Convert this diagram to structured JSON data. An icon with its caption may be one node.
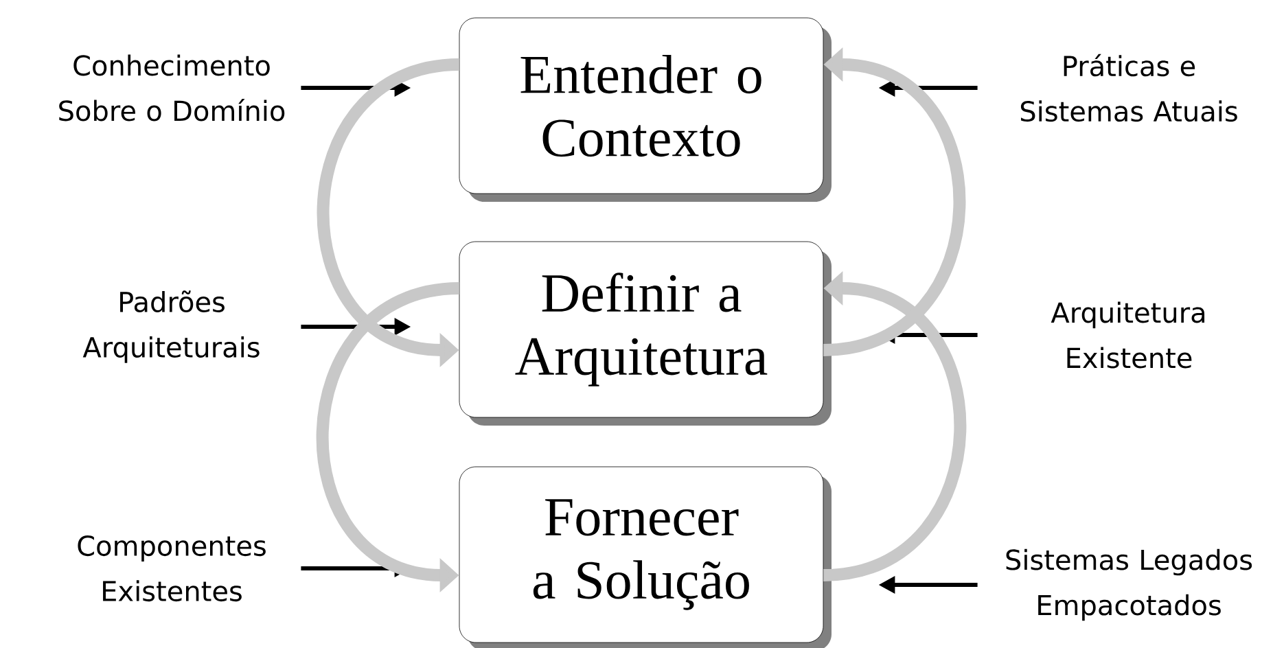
{
  "diagram": {
    "nodes": [
      {
        "text": [
          "Entender o Contexto"
        ]
      },
      {
        "text": [
          "Definir a Arquitetura"
        ]
      },
      {
        "text": [
          "Fornecer a Solução"
        ]
      },
      {
        "text": [
          "Conhecimento Sobre o Domínio"
        ]
      },
      {
        "text": [
          "Padrões Arquiteturais"
        ]
      },
      {
        "text": [
          "Componentes Existentes"
        ]
      },
      {
        "text": [
          "Práticas e Sistemas Atuais"
        ]
      },
      {
        "text": [
          "Arquitetura Existente"
        ]
      },
      {
        "text": [
          "Sistemas Legados Empacotados"
        ]
      }
    ],
    "edges": [
      {
        "from": 3,
        "to": 0,
        "arrow": "to"
      },
      {
        "from": 4,
        "to": 1,
        "arrow": "to"
      },
      {
        "from": 5,
        "to": 2,
        "arrow": "to"
      },
      {
        "from": 6,
        "to": 0,
        "arrow": "to"
      },
      {
        "from": 7,
        "to": 1,
        "arrow": "to"
      },
      {
        "from": 8,
        "to": 2,
        "arrow": "to"
      },
      {
        "from": 0,
        "to": 1,
        "arrow": "to",
        "style": "thick",
        "color": "#c8c8c8"
      },
      {
        "from": 1,
        "to": 2,
        "arrow": "to",
        "style": "thick",
        "color": "#c8c8c8"
      },
      {
        "from": 2,
        "to": 1,
        "arrow": "to",
        "style": "thick",
        "color": "#c8c8c8"
      },
      {
        "from": 1,
        "to": 0,
        "arrow": "to",
        "style": "thick",
        "color": "#c8c8c8"
      }
    ]
  }
}
